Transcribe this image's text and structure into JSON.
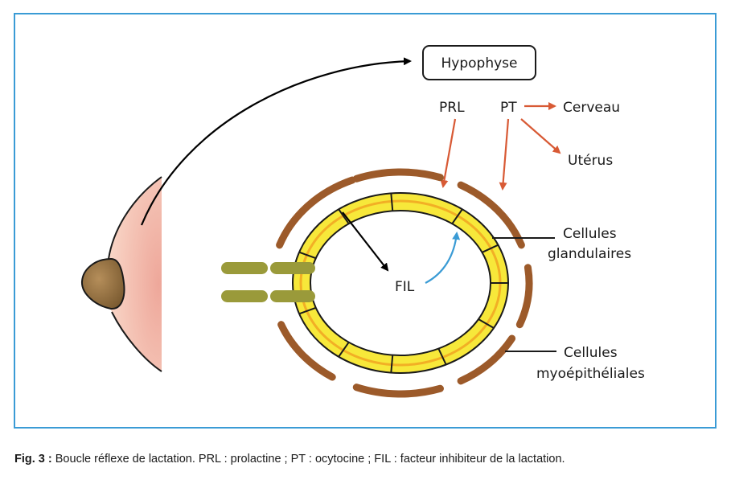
{
  "diagram": {
    "hypophyse": "Hypophyse",
    "prl": "PRL",
    "pt": "PT",
    "cerveau": "Cerveau",
    "uterus": "Utérus",
    "cellules_glandulaires_1": "Cellules",
    "cellules_glandulaires_2": "glandulaires",
    "fil": "FIL",
    "cellules_myo_1": "Cellules",
    "cellules_myo_2": "myoépithéliales"
  },
  "caption": {
    "label": "Fig. 3 :",
    "text": " Boucle réflexe de lactation. PRL : prolactine ; PT : ocytocine ; FIL : facteur inhibiteur de la lactation."
  },
  "colors": {
    "frame": "#3a9bd5",
    "myoepithelial": "#9c5a2a",
    "gland": "#f7e83a",
    "hormone_arrow": "#d85a35",
    "fil_return": "#3a9bd5",
    "duct": "#9a9a3a"
  }
}
